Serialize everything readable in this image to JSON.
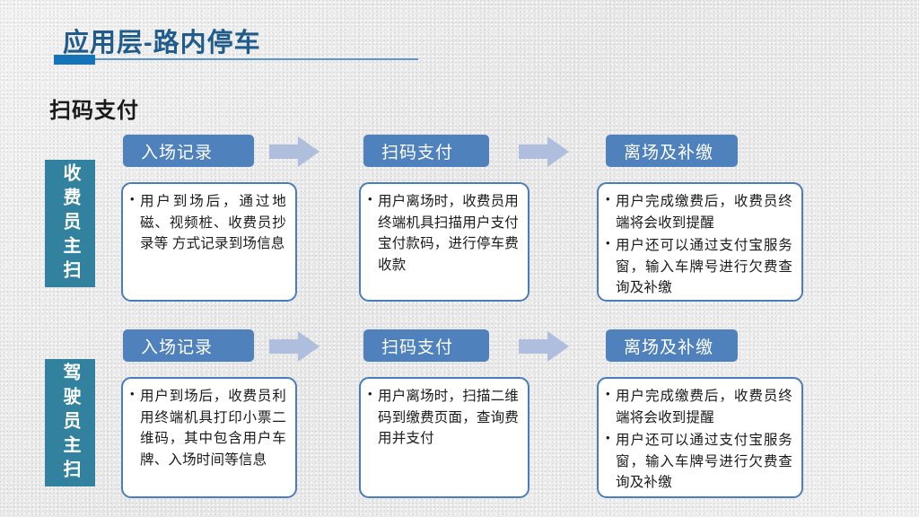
{
  "slide": {
    "title": "应用层-路内停车",
    "subtitle": "扫码支付",
    "accent_color": "#1573b7",
    "title_color": "#1f5c8b",
    "header_pill_color": "#4f81bd",
    "side_label_color": "#31819f",
    "box_border_color": "#4a7ebb",
    "arrow_color": "#aebedc",
    "background_color": "#ededed"
  },
  "rows": [
    {
      "label": "收费员主扫",
      "steps": [
        {
          "header": "入场记录",
          "bullets": [
            "用户到场后，通过地磁、视频桩、收费员抄录等 方式记录到场信息"
          ]
        },
        {
          "header": "扫码支付",
          "bullets": [
            "用户离场时，收费员用终端机具扫描用户支付宝付款码，进行停车费收款"
          ]
        },
        {
          "header": "离场及补缴",
          "bullets": [
            "用户完成缴费后，收费员终端将会收到提醒",
            "用户还可以通过支付宝服务窗，输入车牌号进行欠费查询及补缴"
          ]
        }
      ]
    },
    {
      "label": "驾驶员主扫",
      "steps": [
        {
          "header": "入场记录",
          "bullets": [
            "用户到场后，收费员利用终端机具打印小票二维码，其中包含用户车牌、入场时间等信息"
          ]
        },
        {
          "header": "扫码支付",
          "bullets": [
            "用户离场时，扫描二维码到缴费页面，查询费用并支付"
          ]
        },
        {
          "header": "离场及补缴",
          "bullets": [
            "用户完成缴费后，收费员终端将会收到提醒",
            "用户还可以通过支付宝服务窗，输入车牌号进行欠费查询及补缴"
          ]
        }
      ]
    }
  ],
  "arrows": {
    "icon": "right-arrow-icon",
    "count_per_row": 2
  }
}
